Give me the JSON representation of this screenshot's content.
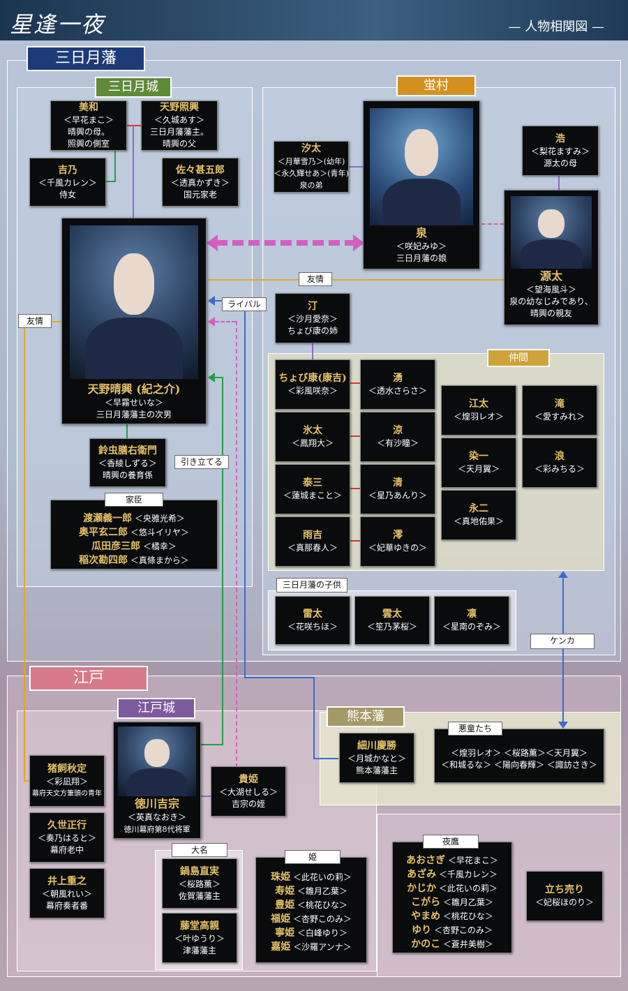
{
  "header": {
    "title": "星逢一夜",
    "subtitle": "— 人物相関図 —"
  },
  "regions": {
    "mikazuki_han": "三日月藩",
    "mikazuki_jo": "三日月城",
    "hotaru_mura": "蛍村",
    "nakama": "仲間",
    "kodomo": "三日月藩の子供",
    "edo": "江戸",
    "edo_jo": "江戸城",
    "kumamoto": "熊本藩",
    "akutou": "悪童たち",
    "daimyo": "大名",
    "hime": "姫",
    "yotaka": "夜鷹"
  },
  "relations": {
    "yujo1": "友情",
    "yujo2": "友情",
    "rival": "ライバル",
    "hikitateru": "引き立てる",
    "kenka": "ケンカ",
    "kashin": "家臣"
  },
  "people": {
    "miwa": {
      "name": "美和",
      "actor": "＜早花まこ＞",
      "desc1": "晴興の母。",
      "desc2": "照興の側室"
    },
    "teruoki": {
      "name": "天野照興",
      "actor": "＜久城あす＞",
      "desc1": "三日月藩藩主。",
      "desc2": "晴興の父"
    },
    "yoshino": {
      "name": "吉乃",
      "actor": "＜千風カレン＞",
      "desc1": "侍女"
    },
    "sasa": {
      "name": "佐々甚五郎",
      "actor": "＜透真かずき＞",
      "desc1": "国元家老"
    },
    "haruoki": {
      "name": "天野晴興 (紀之介)",
      "actor": "＜早霧せいな＞",
      "desc1": "三日月藩藩主の次男"
    },
    "suzumushi": {
      "name": "鈴虫膳右衛門",
      "actor": "＜香綾しずる＞",
      "desc1": "晴興の養育係"
    },
    "shiota": {
      "name": "汐太",
      "actor": "＜月華雪乃＞(幼年)",
      "actor2": "＜永久輝せあ＞(青年)",
      "desc1": "泉の弟"
    },
    "izumi": {
      "name": "泉",
      "actor": "＜咲妃みゆ＞",
      "desc1": "三日月藩の娘"
    },
    "hiroshi": {
      "name": "浩",
      "actor": "＜梨花ますみ＞",
      "desc1": "源太の母"
    },
    "genta": {
      "name": "源太",
      "actor": "＜望海風斗＞",
      "desc1": "泉の幼なじみであり、",
      "desc2": "晴興の親友"
    },
    "nagisa": {
      "name": "汀",
      "actor": "＜沙月愛奈＞",
      "desc1": "ちょび康の姉"
    },
    "chobiyasu": {
      "name": "ちょび康(康吉)",
      "actor": "＜彩風咲奈＞"
    },
    "wakizu": {
      "name": "湧",
      "actor": "＜透水さらさ＞"
    },
    "hyota": {
      "name": "氷太",
      "actor": "＜鳳翔大＞"
    },
    "ryo": {
      "name": "涼",
      "actor": "＜有沙瞳＞"
    },
    "taizo": {
      "name": "泰三",
      "actor": "＜蓮城まこと＞"
    },
    "kiyo": {
      "name": "清",
      "actor": "＜星乃あんり＞"
    },
    "amakichi": {
      "name": "雨吉",
      "actor": "＜真那春人＞"
    },
    "mio": {
      "name": "澪",
      "actor": "＜妃華ゆきの＞"
    },
    "eta": {
      "name": "江太",
      "actor": "＜煌羽レオ＞"
    },
    "taki": {
      "name": "滝",
      "actor": "＜愛すみれ＞"
    },
    "someichi": {
      "name": "染一",
      "actor": "＜天月翼＞"
    },
    "rou": {
      "name": "浪",
      "actor": "＜彩みちる＞"
    },
    "eiji": {
      "name": "永二",
      "actor": "＜真地佑果＞"
    },
    "raita": {
      "name": "雷太",
      "actor": "＜花咲ちほ＞"
    },
    "unta": {
      "name": "雲太",
      "actor": "＜笙乃茅桜＞"
    },
    "rin": {
      "name": "凛",
      "actor": "＜星南のぞみ＞"
    },
    "inokai": {
      "name": "猪飼秋定",
      "actor": "＜彩凪翔＞",
      "desc1": "幕府天文方筆頭の青年"
    },
    "yoshimune": {
      "name": "徳川吉宗",
      "actor": "＜英真なおき＞",
      "desc1": "徳川幕府第8代将軍"
    },
    "kihime": {
      "name": "貴姫",
      "actor": "＜大湖せしる＞",
      "desc1": "吉宗の姪"
    },
    "kuze": {
      "name": "久世正行",
      "actor": "＜奏乃はると＞",
      "desc1": "幕府老中"
    },
    "inoue": {
      "name": "井上重之",
      "actor": "＜朝風れい＞",
      "desc1": "幕府奏者番"
    },
    "hosokawa": {
      "name": "細川慶勝",
      "actor": "＜月城かなと＞",
      "desc1": "熊本藩藩主"
    },
    "nabeshima": {
      "name": "鍋島直実",
      "actor": "＜桜路薫＞",
      "desc1": "佐賀藩藩主"
    },
    "todo": {
      "name": "藤堂高親",
      "actor": "＜叶ゆうり＞",
      "desc1": "津藩藩主"
    },
    "tachiuri": {
      "name": "立ち売り",
      "actor": "＜妃桜ほのり＞"
    }
  },
  "kashin_list": [
    {
      "name": "渡瀬義一郎",
      "actor": "＜央雅光希＞"
    },
    {
      "name": "奥平玄二郎",
      "actor": "＜悠斗イリヤ＞"
    },
    {
      "name": "瓜田彦三郎",
      "actor": "＜橘幸＞"
    },
    {
      "name": "稲次勘四郎",
      "actor": "＜真條まから＞"
    }
  ],
  "akutou_list": {
    "row1": "＜煌羽レオ＞ ＜桜路薫＞＜天月翼＞",
    "row2": "＜和城るな＞ ＜陽向春輝＞ ＜諏訪さき＞"
  },
  "hime_list": [
    {
      "name": "珠姫",
      "actor": "＜此花いの莉＞"
    },
    {
      "name": "寿姫",
      "actor": "＜雛月乙葉＞"
    },
    {
      "name": "豊姫",
      "actor": "＜桃花ひな＞"
    },
    {
      "name": "福姫",
      "actor": "＜杏野このみ＞"
    },
    {
      "name": "寧姫",
      "actor": "＜白峰ゆり＞"
    },
    {
      "name": "嘉姫",
      "actor": "＜沙羅アンナ＞"
    }
  ],
  "yotaka_list": [
    {
      "name": "あおさぎ",
      "actor": "＜早花まこ＞"
    },
    {
      "name": "あざみ",
      "actor": "＜千風カレン＞"
    },
    {
      "name": "かじか",
      "actor": "＜此花いの莉＞"
    },
    {
      "name": "こがら",
      "actor": "＜雛月乙葉＞"
    },
    {
      "name": "やまめ",
      "actor": "＜桃花ひな＞"
    },
    {
      "name": "ゆり",
      "actor": "＜杏野このみ＞"
    },
    {
      "name": "かのこ",
      "actor": "＜蒼井美樹＞"
    }
  ]
}
